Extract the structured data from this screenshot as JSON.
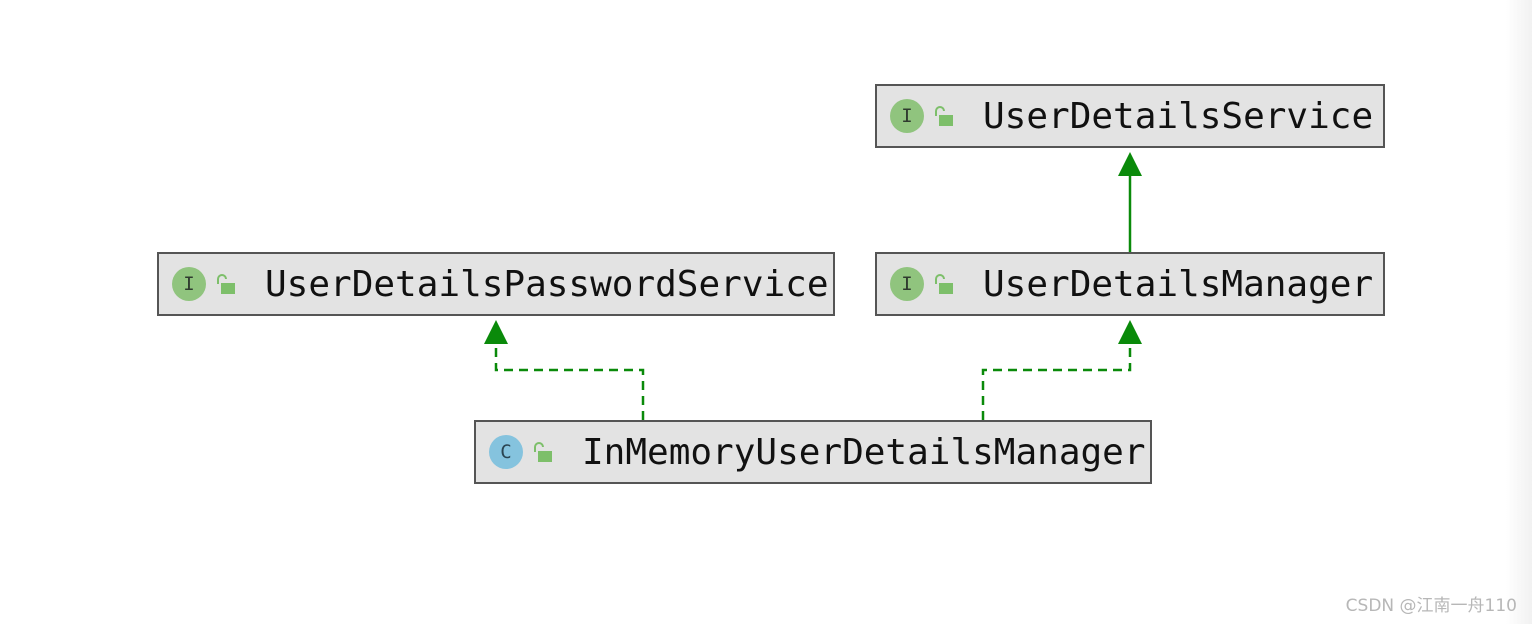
{
  "diagram": {
    "nodes": [
      {
        "id": "user-details-service",
        "kind": "interface",
        "badge": "I",
        "label": "UserDetailsService"
      },
      {
        "id": "user-details-password-service",
        "kind": "interface",
        "badge": "I",
        "label": "UserDetailsPasswordService"
      },
      {
        "id": "user-details-manager",
        "kind": "interface",
        "badge": "I",
        "label": "UserDetailsManager"
      },
      {
        "id": "in-memory-user-details-manager",
        "kind": "class",
        "badge": "C",
        "label": "InMemoryUserDetailsManager"
      }
    ],
    "edges": [
      {
        "from": "user-details-manager",
        "to": "user-details-service",
        "type": "extends",
        "style": "solid"
      },
      {
        "from": "in-memory-user-details-manager",
        "to": "user-details-password-service",
        "type": "implements",
        "style": "dashed"
      },
      {
        "from": "in-memory-user-details-manager",
        "to": "user-details-manager",
        "type": "implements",
        "style": "dashed"
      }
    ],
    "colors": {
      "edge": "#0a8a0a",
      "node_fill": "#e3e3e3",
      "node_border": "#555555",
      "interface_badge": "#90c47e",
      "class_badge": "#85c3de",
      "lock": "#7dbf6a"
    },
    "icons": {
      "interface_badge": "interface-icon",
      "class_badge": "class-icon",
      "visibility": "unlocked-padlock-icon"
    }
  },
  "watermark": "CSDN @江南一舟110"
}
